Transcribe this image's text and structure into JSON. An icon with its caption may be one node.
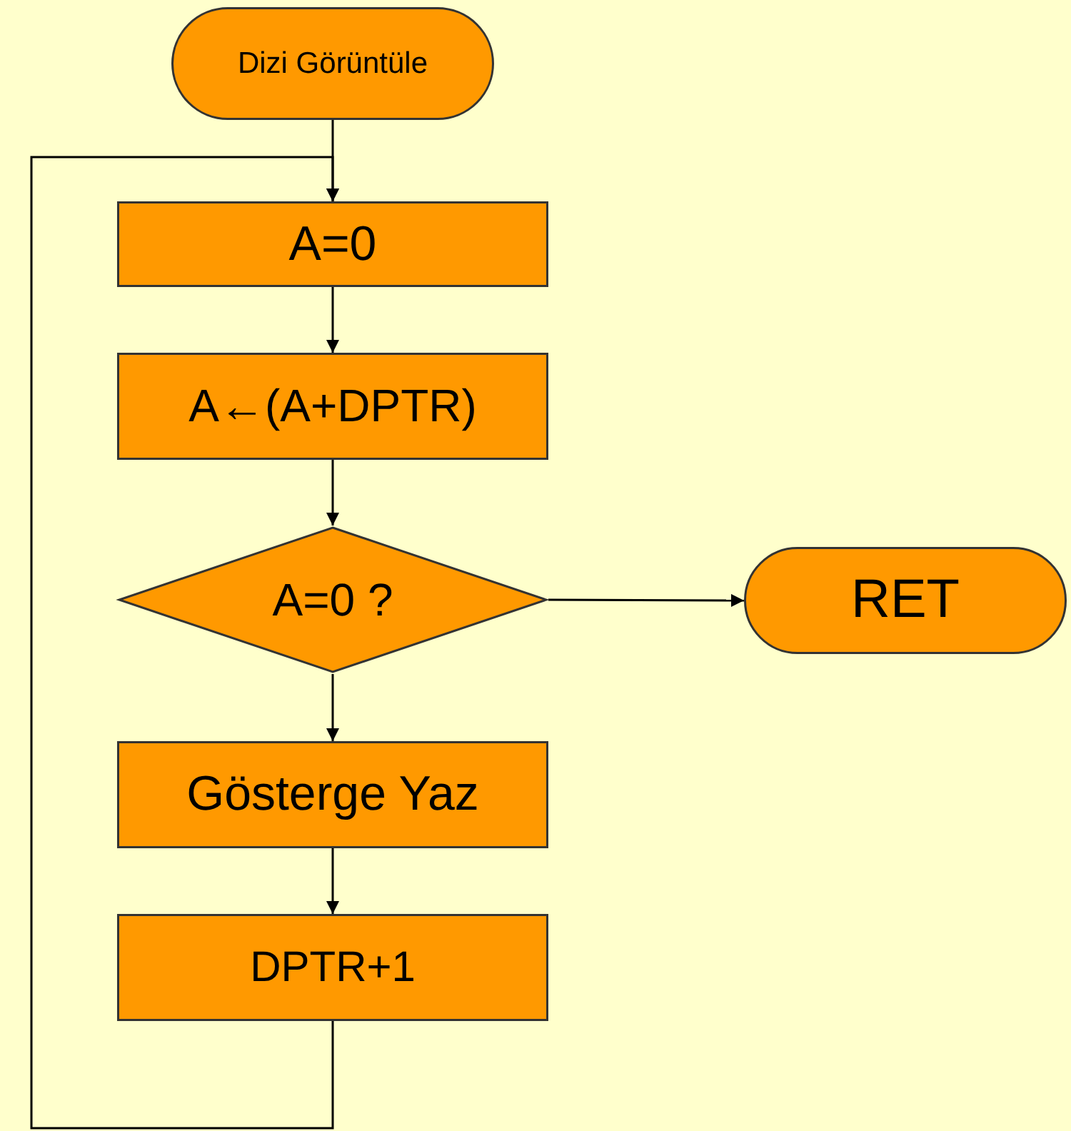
{
  "diagram": {
    "nodes": [
      {
        "text": [
          "Dizi Görüntüle"
        ]
      },
      {
        "text": [
          "A=0"
        ]
      },
      {
        "text": [
          "A←(A+DPTR)"
        ]
      },
      {
        "text": [
          "A=0 ?"
        ]
      },
      {
        "text": [
          "RET"
        ]
      },
      {
        "text": [
          "Gösterge Yaz"
        ]
      },
      {
        "text": [
          "DPTR+1"
        ]
      }
    ],
    "edges": [
      {
        "from": 0,
        "to": 1,
        "arrow": "to"
      },
      {
        "from": 1,
        "to": 2,
        "arrow": "to"
      },
      {
        "from": 2,
        "to": 3,
        "arrow": "to"
      },
      {
        "from": 3,
        "to": 4,
        "arrow": "to"
      },
      {
        "from": 3,
        "to": 5,
        "arrow": "to"
      },
      {
        "from": 5,
        "to": 6,
        "arrow": "to"
      },
      {
        "from": 6,
        "to": 1,
        "arrow": "to"
      }
    ]
  }
}
